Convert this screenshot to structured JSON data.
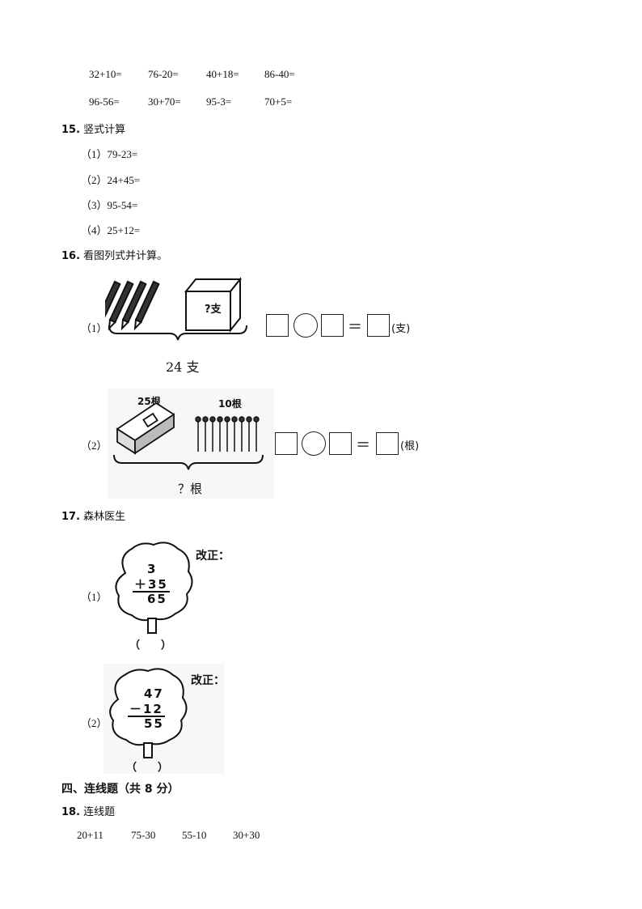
{
  "row1": [
    "32+10=",
    "76-20=",
    "40+18=",
    "86-40="
  ],
  "row2": [
    "96-56=",
    "30+70=",
    "95-3=",
    "70+5="
  ],
  "q15": {
    "num": "15.",
    "title": "竖式计算",
    "items": [
      {
        "label": "（1）",
        "expr": "79-23="
      },
      {
        "label": "（2）",
        "expr": "24+45="
      },
      {
        "label": "（3）",
        "expr": "95-54="
      },
      {
        "label": "（4）",
        "expr": "25+12="
      }
    ]
  },
  "q16": {
    "num": "16.",
    "title": "看图列式并计算。",
    "p1": {
      "label": "（1）",
      "box_text": "?支",
      "total": "24 支",
      "equals": "＝",
      "unit": "(支)"
    },
    "p2": {
      "label": "（2）",
      "left_text": "25根",
      "right_text": "10根",
      "total": "？根",
      "equals": "＝",
      "unit": "(根)"
    }
  },
  "q17": {
    "num": "17.",
    "title": "森林医生",
    "p1": {
      "label": "（1）",
      "top": "3",
      "middle": "＋35",
      "result": "65",
      "fix": "改正：",
      "paren": "（　　）"
    },
    "p2": {
      "label": "（2）",
      "top": "47",
      "middle": "－12",
      "result": "55",
      "fix": "改正：",
      "paren": "（　　）"
    }
  },
  "section4": "四、连线题（共 8 分）",
  "q18": {
    "num": "18.",
    "title": "连线题",
    "items": [
      "20+11",
      "75-30",
      "55-10",
      "30+30"
    ]
  }
}
